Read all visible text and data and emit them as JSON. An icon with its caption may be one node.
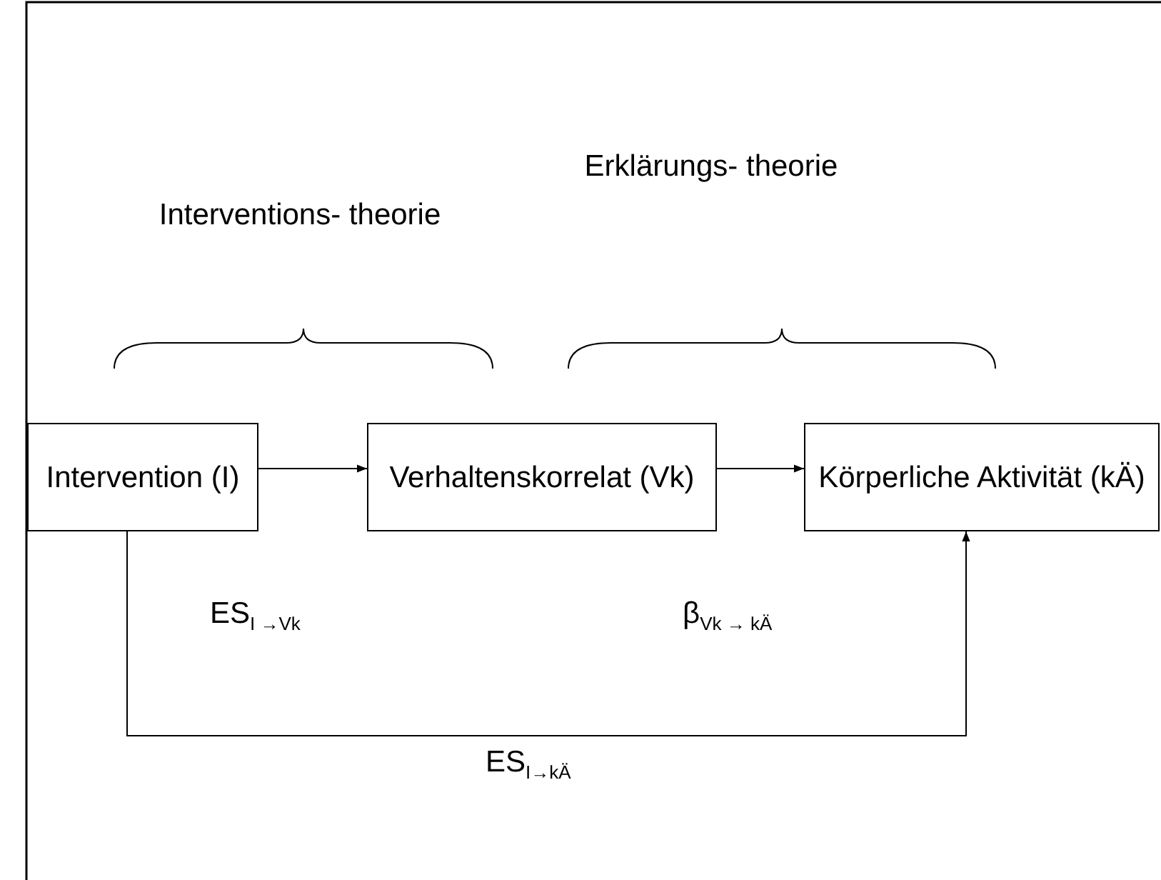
{
  "diagram": {
    "nodes": [
      {
        "text": [
          "Intervention (I)"
        ]
      },
      {
        "text": [
          "Verhaltenskorrelat (Vk)"
        ]
      },
      {
        "text": [
          "Körperliche Aktivität (kÄ)"
        ]
      }
    ],
    "edges": [
      {
        "from": 0,
        "to": 1,
        "arrow": "to",
        "label": "ES$_{I →Vk}$"
      },
      {
        "from": 1,
        "to": 2,
        "arrow": "to",
        "label": "β$_{Vk → kÄ}$"
      },
      {
        "from": 0,
        "to": 2,
        "arrow": "to",
        "label": "ES$_{I→kÄ}$"
      }
    ],
    "labels": [
      "Interventions- theorie",
      "Erklärungs- theorie"
    ]
  }
}
